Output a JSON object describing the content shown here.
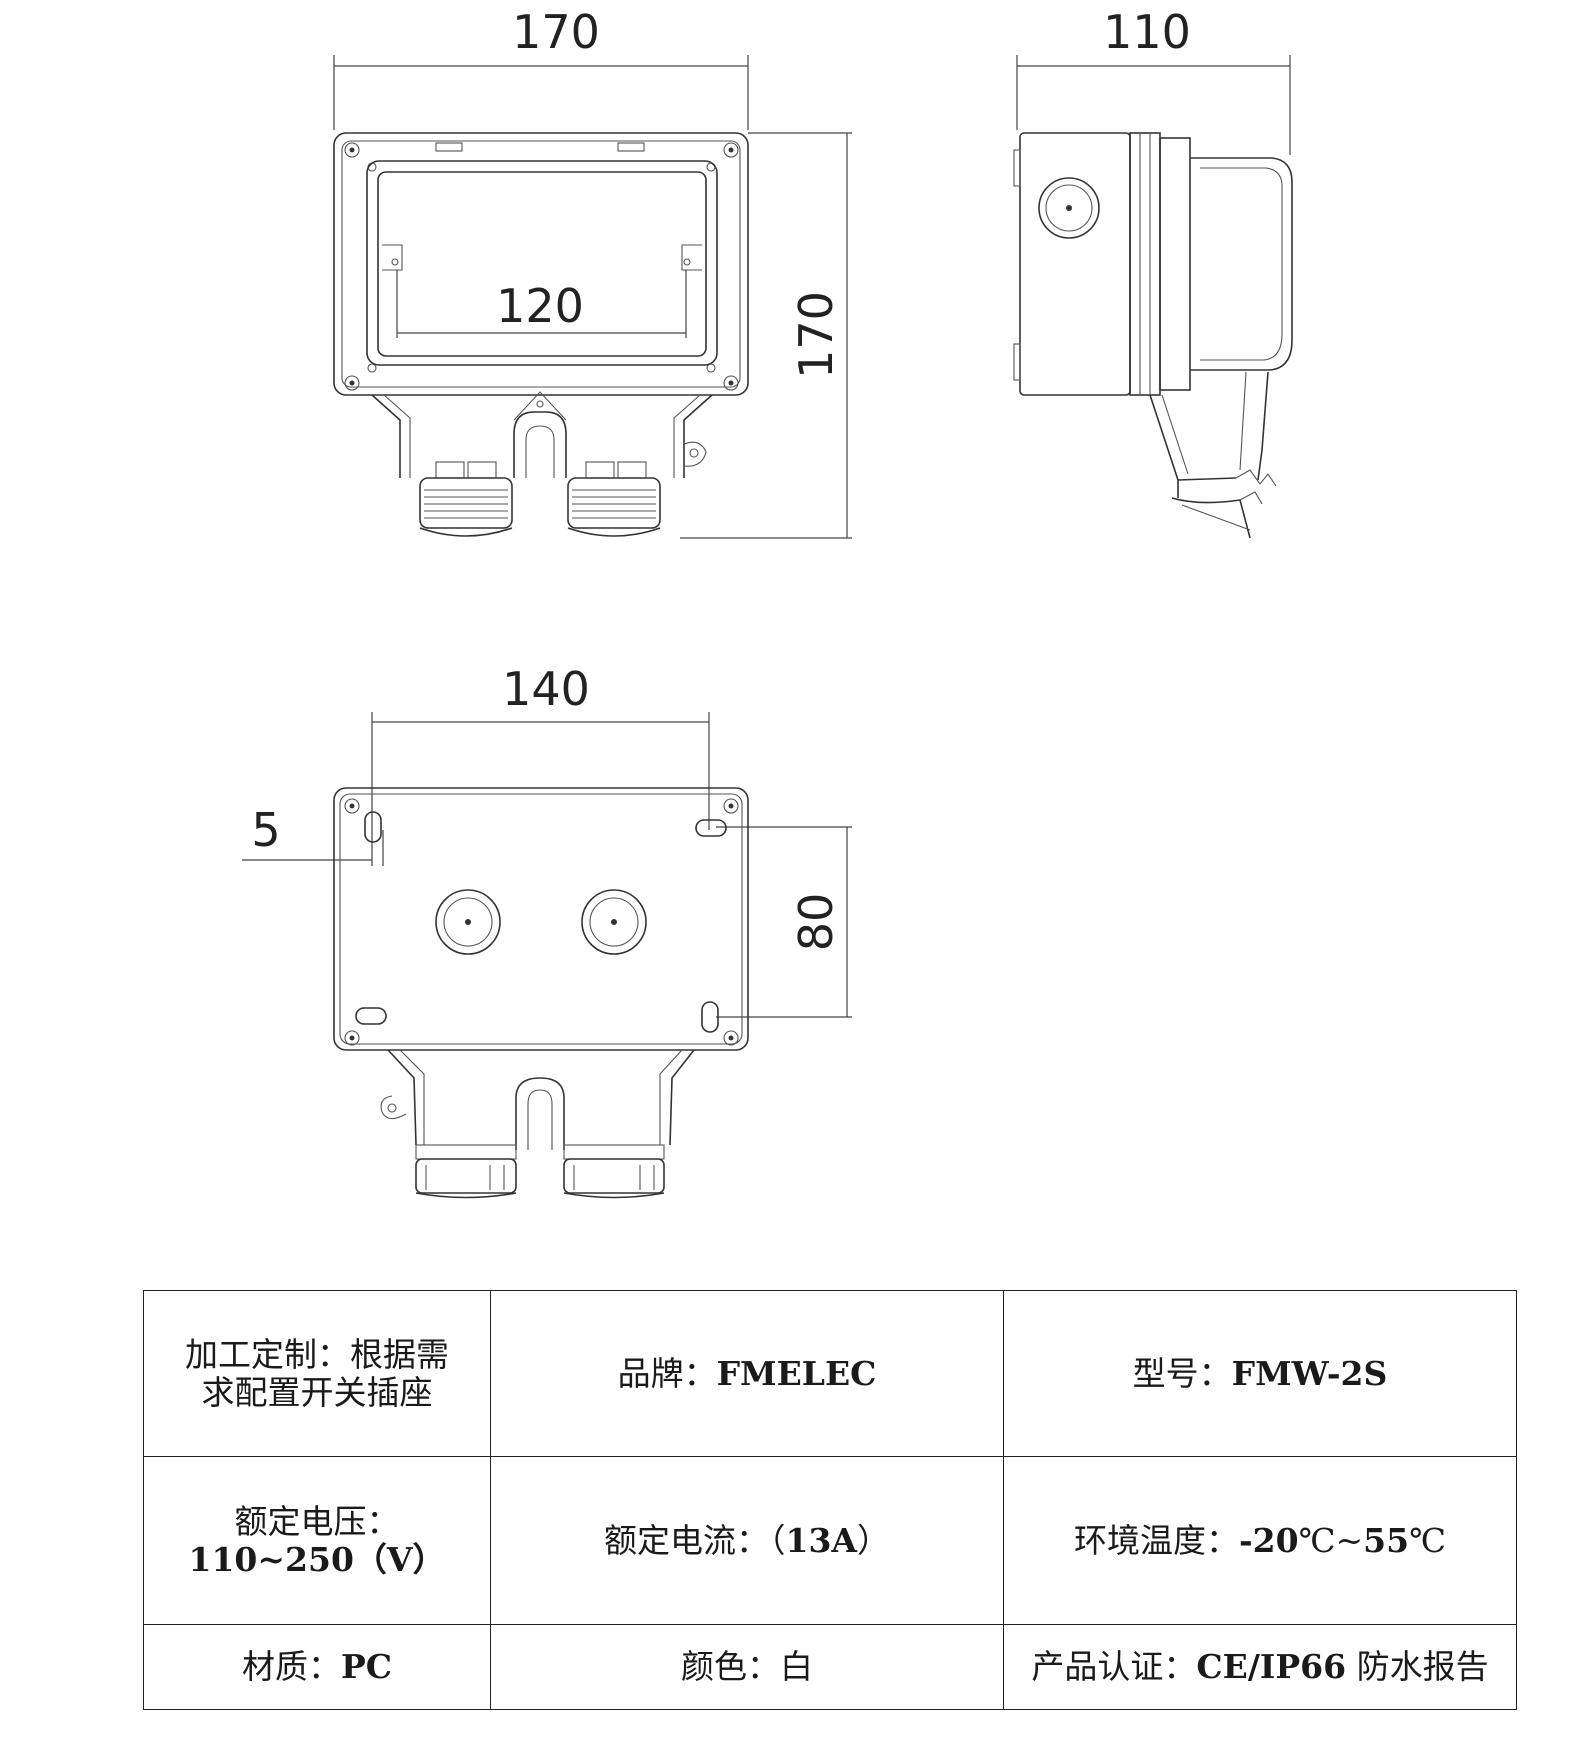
{
  "drawing": {
    "front_width": "170",
    "front_height": "170",
    "inner_width": "120",
    "side_depth": "110",
    "back_hole_spacing": "140",
    "back_slot_offset": "5",
    "back_hole_vertical": "80"
  },
  "spec_table": {
    "customization_label": "加工定制：根据需",
    "customization_label_2": "求配置开关插座",
    "brand_label": "品牌：",
    "brand_value": "FMELEC",
    "model_label": "型号：",
    "model_value": "FMW-2S",
    "voltage_label": "额定电压：",
    "voltage_value": "110~250",
    "voltage_unit": "（V）",
    "current_label": "额定电流：（",
    "current_value": "13A",
    "current_close": "）",
    "temp_label": "环境温度：",
    "temp_value_1": "-20",
    "temp_unit_1": "℃~",
    "temp_value_2": "55",
    "temp_unit_2": "℃",
    "material_label": "材质：",
    "material_value": "PC",
    "color_label": "颜色：",
    "color_value": "白",
    "cert_label": "产品认证：",
    "cert_value": "CE/IP66",
    "cert_suffix": " 防水报告"
  }
}
